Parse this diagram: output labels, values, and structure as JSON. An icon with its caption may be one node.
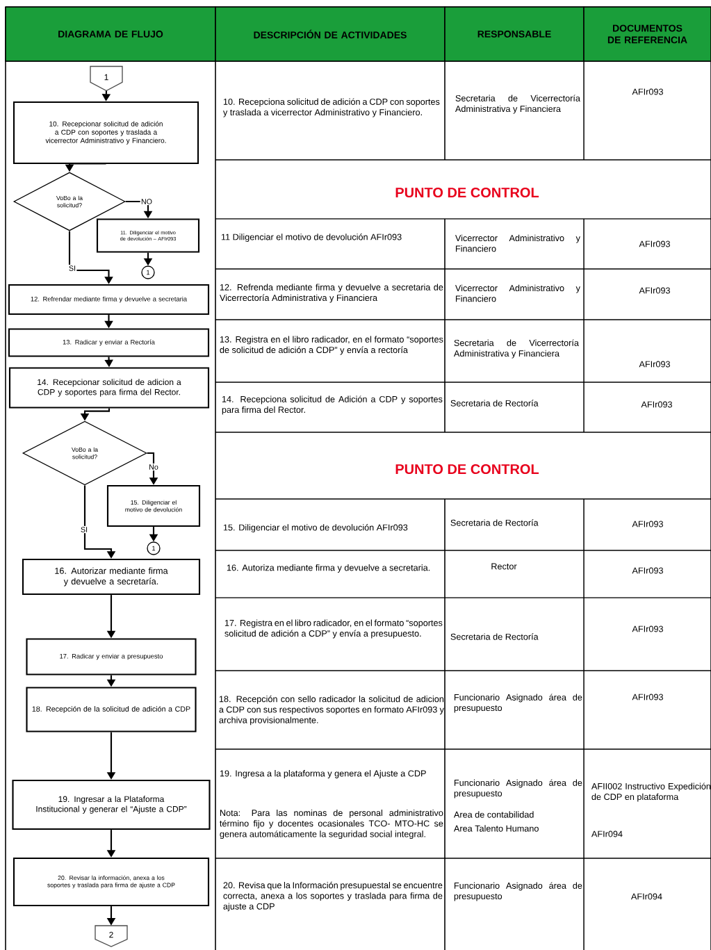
{
  "diagram": {
    "nodes": [
      {
        "text": [
          "1"
        ]
      },
      {
        "text": [
          "10. Recepcionar solicitud de adición a CDP con soportes y traslada a vicerrector Administrativo y Financiero."
        ]
      },
      {
        "text": [
          "VoBo a la solicitud?"
        ]
      },
      {
        "text": [
          "11. Diligenciar el motivo de devolución – AFIr093"
        ]
      },
      {
        "text": [
          "1"
        ]
      },
      {
        "text": [
          "12. Refrendar mediante firma y devuelve a secretaria"
        ]
      },
      {
        "text": [
          "13. Radicar y enviar a Rectoría"
        ]
      },
      {
        "text": [
          "14. Recepcionar solicitud de adicion a CDP y soportes para firma del Rector."
        ]
      },
      {
        "text": [
          "VoBo a la solicitud?"
        ]
      },
      {
        "text": [
          "15. Diligenciar el motivo de devolución"
        ]
      },
      {
        "text": [
          "1"
        ]
      },
      {
        "text": [
          "16. Autorizar mediante firma y devuelve a secretaría."
        ]
      },
      {
        "text": [
          "17. Radicar y enviar a presupuesto"
        ]
      },
      {
        "text": [
          "18. Recepción de la solicitud de adición a CDP"
        ]
      },
      {
        "text": [
          "19. Ingresar a la Plataforma Institucional y generar el “Ajuste a CDP”"
        ]
      },
      {
        "text": [
          "20. Revisar la información, anexa a los soportes y traslada para firma de ajuste a CDP"
        ]
      },
      {
        "text": [
          "2"
        ]
      }
    ],
    "edges": [
      {
        "from": 0,
        "to": 1,
        "arrow": "to"
      },
      {
        "from": 1,
        "to": 2,
        "arrow": "to"
      },
      {
        "from": 2,
        "to": 3,
        "arrow": "to",
        "label": "NO"
      },
      {
        "from": 3,
        "to": 4,
        "arrow": "to"
      },
      {
        "from": 2,
        "to": 5,
        "arrow": "to",
        "label": "SI"
      },
      {
        "from": 5,
        "to": 6,
        "arrow": "to"
      },
      {
        "from": 6,
        "to": 7,
        "arrow": "to"
      },
      {
        "from": 7,
        "to": 8,
        "arrow": "to"
      },
      {
        "from": 8,
        "to": 9,
        "arrow": "to",
        "label": "No"
      },
      {
        "from": 9,
        "to": 10,
        "arrow": "to"
      },
      {
        "from": 8,
        "to": 11,
        "arrow": "to",
        "label": "SI"
      },
      {
        "from": 11,
        "to": 12,
        "arrow": "to"
      },
      {
        "from": 12,
        "to": 13,
        "arrow": "to"
      },
      {
        "from": 13,
        "to": 14,
        "arrow": "to"
      },
      {
        "from": 14,
        "to": 15,
        "arrow": "to"
      },
      {
        "from": 15,
        "to": 16,
        "arrow": "to"
      }
    ],
    "labels": [
      "DIAGRAMA DE FLUJO",
      "DESCRIPCIÓN DE ACTIVIDADES",
      "RESPONSABLE",
      "DOCUMENTOS DE REFERENCIA",
      "10. Recepciona solicitud de adición a CDP con soportes y traslada a vicerrector Administrativo y Financiero.",
      "Secretaria de Vicerrectoría Administrativa y Financiera",
      "AFIr093",
      "PUNTO DE CONTROL",
      "11 Diligenciar el motivo de devolución AFIr093",
      "Vicerrector Administrativo y Financiero",
      "AFIr093",
      "12. Refrenda mediante firma y devuelve a secretaria de Vicerrectoría Administrativa y Financiera",
      "Vicerrector Administrativo y Financiero",
      "AFIr093",
      "13. Registra en el libro radicador, en el formato “soportes de solicitud de adición a CDP” y envía a rectoría",
      "Secretaria de Vicerrectoría Administrativa y Financiera",
      "AFIr093",
      "14. Recepciona solicitud de Adición a CDP y soportes para firma del Rector.",
      "Secretaria de Rectoría",
      "AFIr093",
      "PUNTO DE CONTROL",
      "15. Diligenciar el motivo de devolución AFIr093",
      "Secretaria de Rectoría",
      "AFIr093",
      "16. Autoriza mediante firma y devuelve a secretaria.",
      "Rector",
      "AFIr093",
      "17. Registra en el libro radicador, en el formato “soportes solicitud de adición a CDP” y envía a presupuesto.",
      "Secretaria de Rectoría",
      "AFIr093",
      "18. Recepción con sello radicador la solicitud de adicion a CDP con sus respectivos soportes en formato AFIr093 y archiva provisionalmente.",
      "Funcionario Asignado área de presupuesto",
      "AFIr093",
      "19. Ingresa a la plataforma y genera el Ajuste a CDP",
      "Nota: Para las nominas de personal administrativo término fijo y docentes ocasionales TCO- MTO-HC se genera automáticamente la seguridad social integral.",
      "Funcionario Asignado área de presupuesto",
      "Area de contabilidad",
      "Area Talento Humano",
      "AFII002 Instructivo Expedición de CDP en plataforma",
      "AFIr094",
      "20. Revisa que la Información presupuestal se encuentre correcta, anexa a los soportes y traslada para firma de ajuste a CDP",
      "Funcionario Asignado área de presupuesto",
      "AFIr094"
    ]
  }
}
